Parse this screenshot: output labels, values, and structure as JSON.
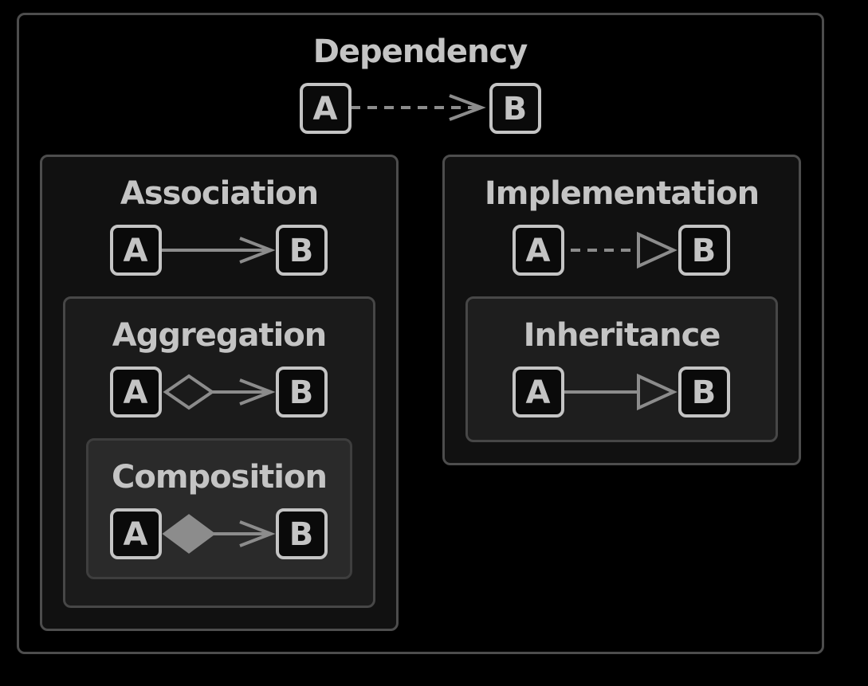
{
  "diagram": {
    "groups": [
      {
        "id": "dependency",
        "title": "Dependency",
        "line": "dashed",
        "head": "open-arrow",
        "tail": "none"
      },
      {
        "id": "association",
        "title": "Association",
        "line": "solid",
        "head": "open-arrow",
        "tail": "none"
      },
      {
        "id": "aggregation",
        "title": "Aggregation",
        "line": "solid",
        "head": "open-arrow",
        "tail": "hollow-diamond"
      },
      {
        "id": "composition",
        "title": "Composition",
        "line": "solid",
        "head": "open-arrow",
        "tail": "filled-diamond"
      },
      {
        "id": "implementation",
        "title": "Implementation",
        "line": "dashed",
        "head": "hollow-triangle",
        "tail": "none"
      },
      {
        "id": "inheritance",
        "title": "Inheritance",
        "line": "solid",
        "head": "hollow-triangle",
        "tail": "none"
      }
    ],
    "nodes": {
      "source_label": "A",
      "target_label": "B"
    }
  },
  "colors": {
    "background": "#000000",
    "panel_border": "#4d4d4d",
    "text": "#c4c4c4",
    "edge": "#8c8c8c"
  }
}
